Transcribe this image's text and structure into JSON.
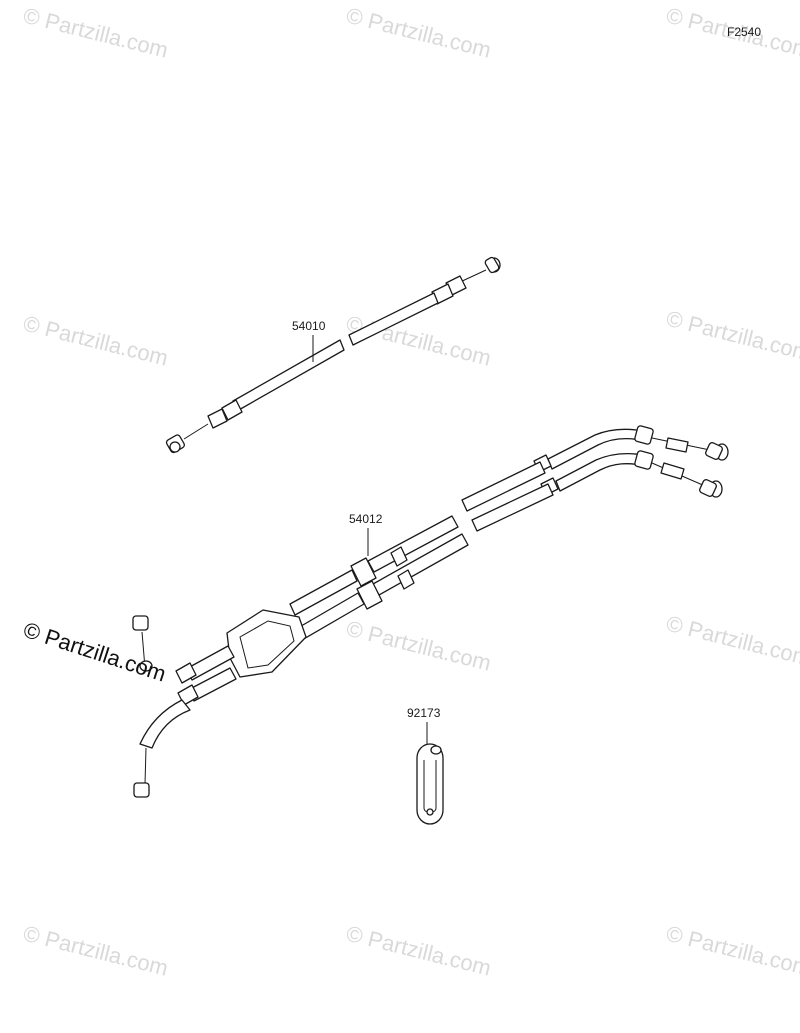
{
  "figure_code": "F2540",
  "callouts": [
    {
      "id": "54010",
      "label": "54010"
    },
    {
      "id": "54012",
      "label": "54012"
    },
    {
      "id": "92173",
      "label": "92173"
    }
  ],
  "watermark": {
    "text": "© Partzilla.com",
    "color": "#d9d9d9",
    "main_color": "#111111"
  }
}
